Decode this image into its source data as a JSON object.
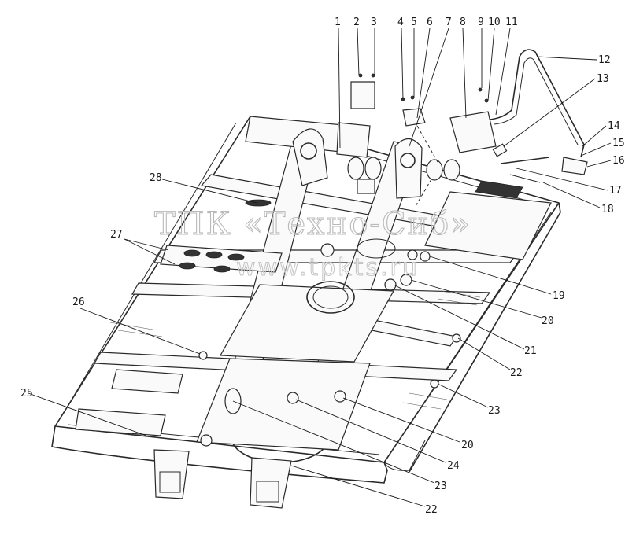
{
  "watermark": {
    "title": "ТПК «Техно-Сиб»",
    "url": "www.tpkts.ru"
  },
  "callouts": [
    {
      "id": "c1",
      "label": "1"
    },
    {
      "id": "c2",
      "label": "2"
    },
    {
      "id": "c3",
      "label": "3"
    },
    {
      "id": "c4",
      "label": "4"
    },
    {
      "id": "c5",
      "label": "5"
    },
    {
      "id": "c6",
      "label": "6"
    },
    {
      "id": "c7",
      "label": "7"
    },
    {
      "id": "c8",
      "label": "8"
    },
    {
      "id": "c9",
      "label": "9"
    },
    {
      "id": "c10",
      "label": "10"
    },
    {
      "id": "c11",
      "label": "11"
    },
    {
      "id": "c12",
      "label": "12"
    },
    {
      "id": "c13",
      "label": "13"
    },
    {
      "id": "c14",
      "label": "14"
    },
    {
      "id": "c15",
      "label": "15"
    },
    {
      "id": "c16",
      "label": "16"
    },
    {
      "id": "c17",
      "label": "17"
    },
    {
      "id": "c18",
      "label": "18"
    },
    {
      "id": "c19",
      "label": "19"
    },
    {
      "id": "c20a",
      "label": "20"
    },
    {
      "id": "c21",
      "label": "21"
    },
    {
      "id": "c22a",
      "label": "22"
    },
    {
      "id": "c23a",
      "label": "23"
    },
    {
      "id": "c20b",
      "label": "20"
    },
    {
      "id": "c24",
      "label": "24"
    },
    {
      "id": "c23b",
      "label": "23"
    },
    {
      "id": "c22b",
      "label": "22"
    },
    {
      "id": "c25",
      "label": "25"
    },
    {
      "id": "c26",
      "label": "26"
    },
    {
      "id": "c27",
      "label": "27"
    },
    {
      "id": "c28",
      "label": "28"
    }
  ]
}
